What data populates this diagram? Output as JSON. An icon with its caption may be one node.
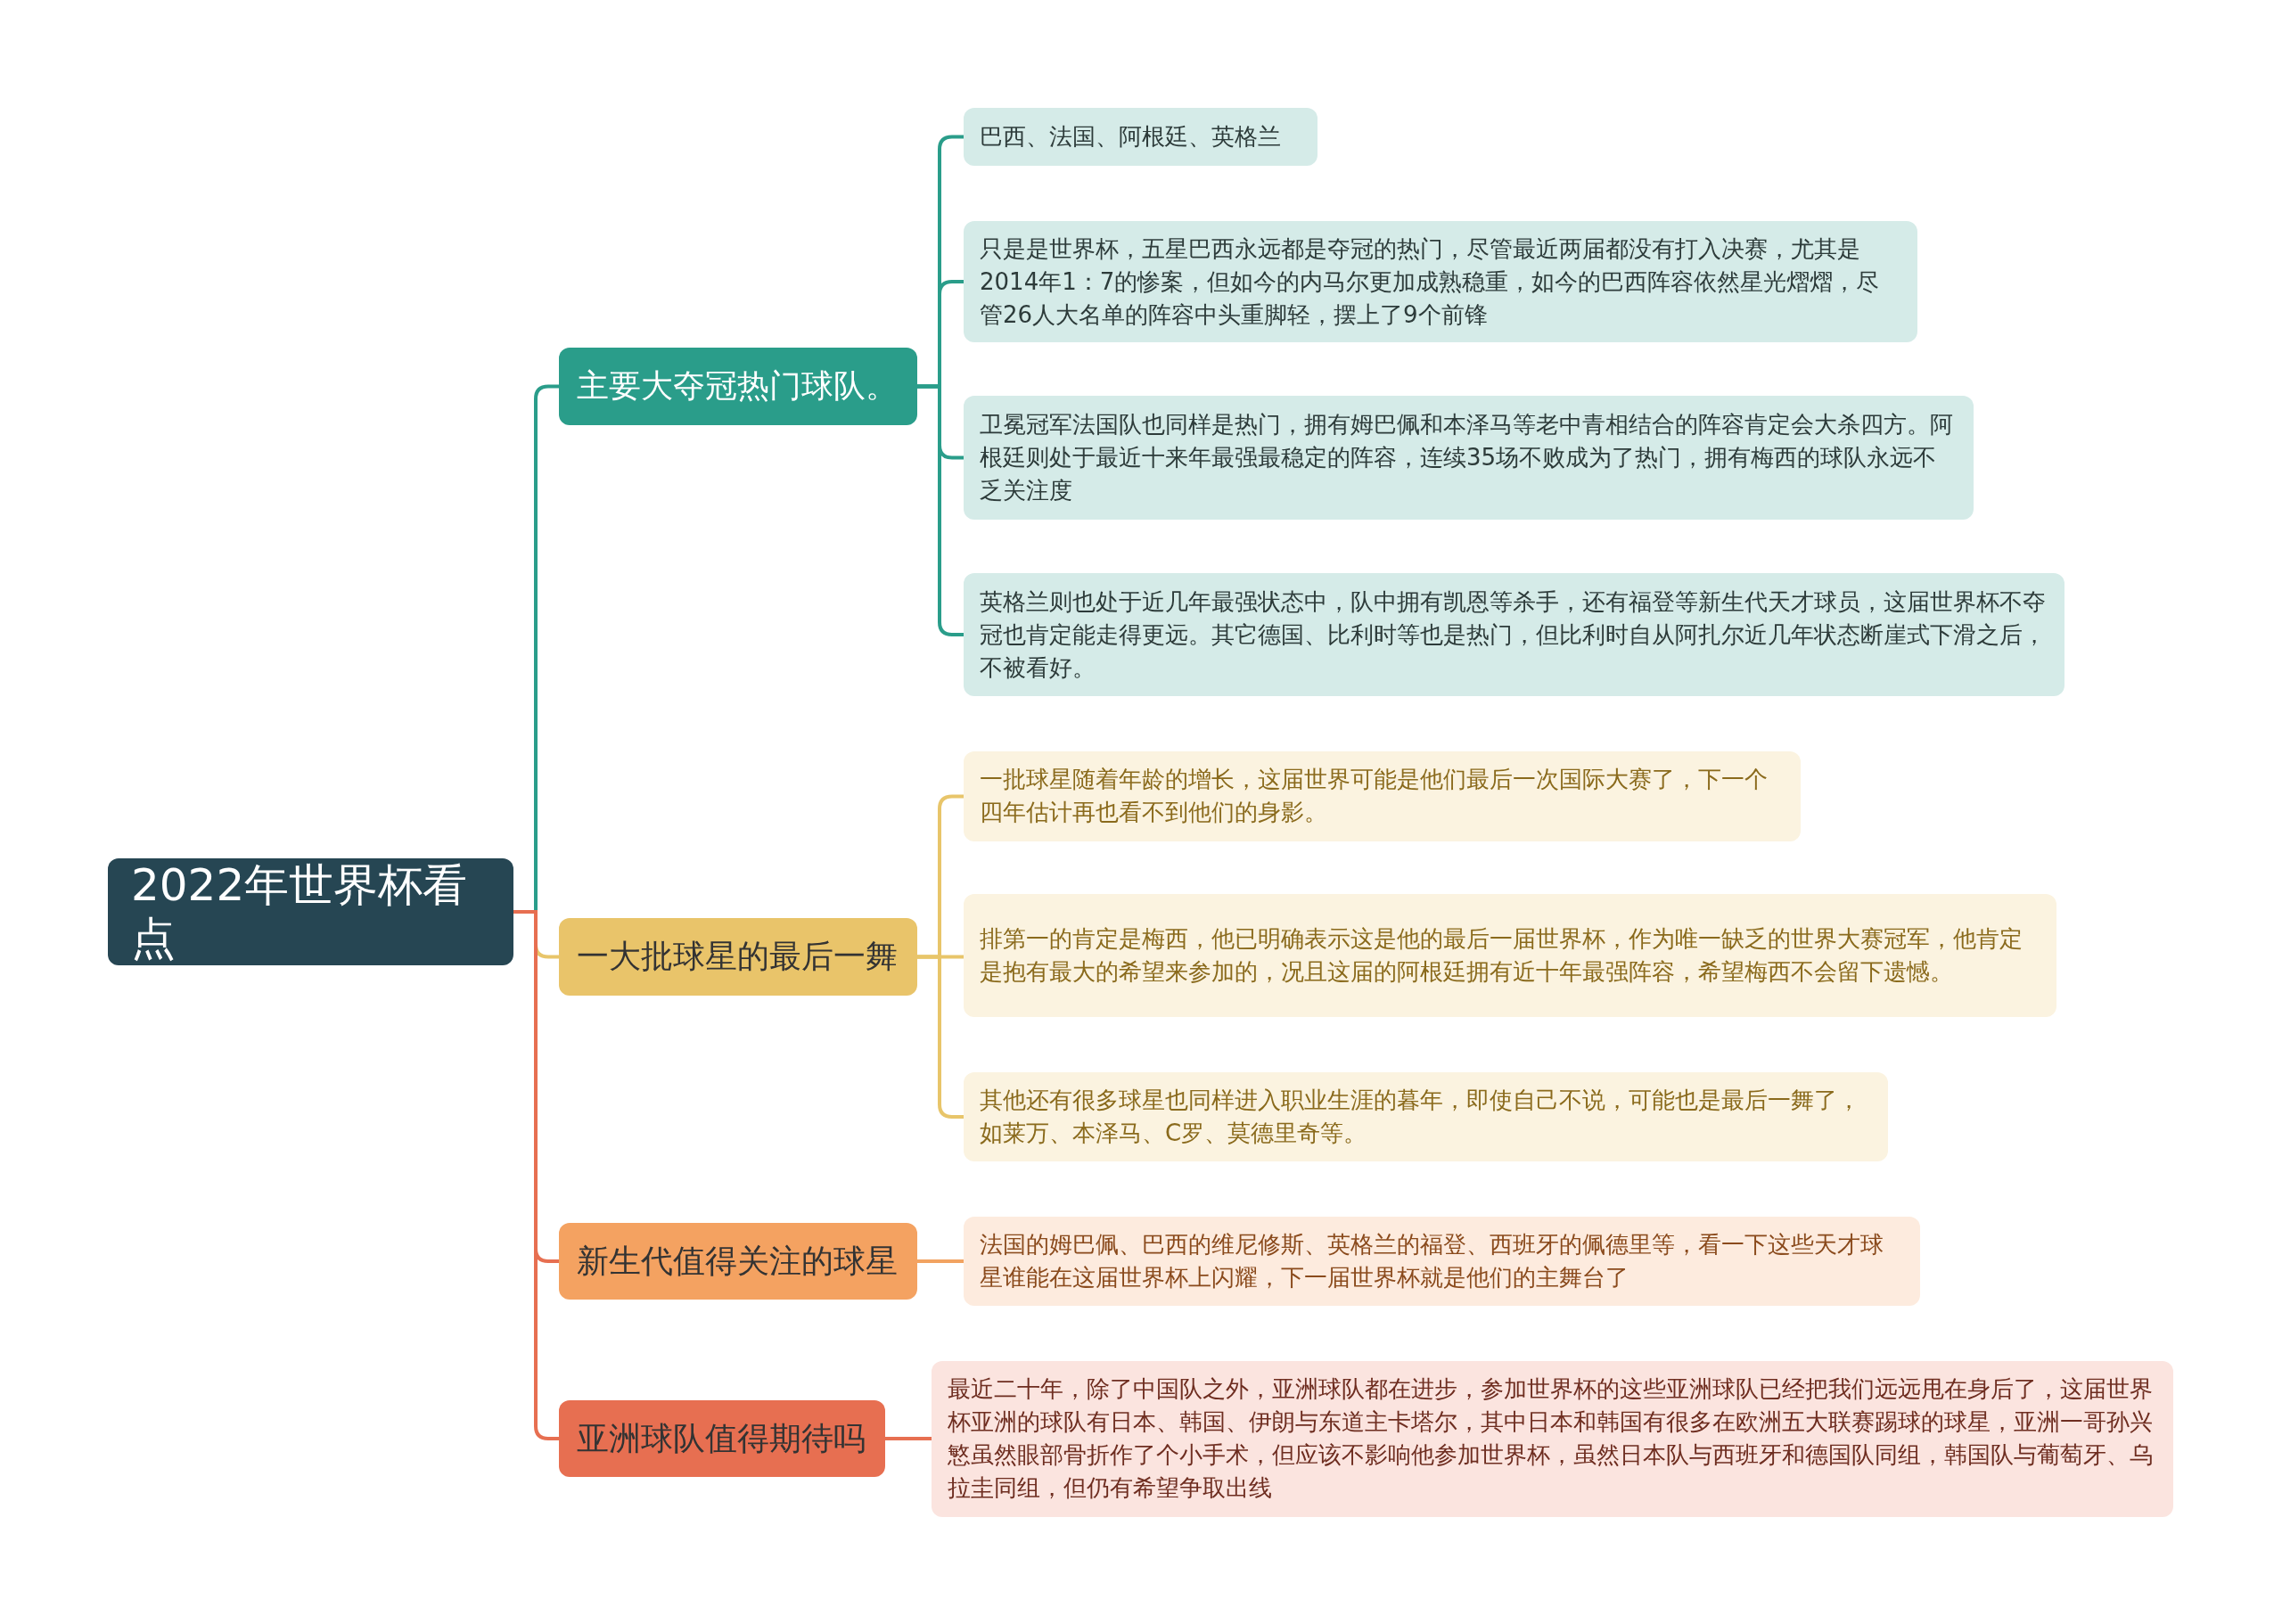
{
  "diagram": {
    "nodes": [
      {
        "text": [
          "2022年世界杯看点"
        ]
      },
      {
        "text": [
          "主要大夺冠热门球队。"
        ]
      },
      {
        "text": [
          "巴西、法国、阿根廷、英格兰"
        ]
      },
      {
        "text": [
          "只是是世界杯，五星巴西永远都是夺冠的热门，尽管最近两届都没有打入决赛，尤其是2014年1：7的惨案，但如今的内马尔更加成熟稳重，如今的巴西阵容依然星光熠熠，尽管26人大名单的阵容中头重脚轻，摆上了9个前锋"
        ]
      },
      {
        "text": [
          "卫冕冠军法国队也同样是热门，拥有姆巴佩和本泽马等老中青相结合的阵容肯定会大杀四方。阿根廷则处于最近十来年最强最稳定的阵容，连续35场不败成为了热门，拥有梅西的球队永远不乏关注度"
        ]
      },
      {
        "text": [
          "英格兰则也处于近几年最强状态中，队中拥有凯恩等杀手，还有福登等新生代天才球员，这届世界杯不夺冠也肯定能走得更远。其它德国、比利时等也是热门，但比利时自从阿扎尔近几年状态断崖式下滑之后，不被看好。"
        ]
      },
      {
        "text": [
          "一大批球星的最后一舞"
        ]
      },
      {
        "text": [
          "一批球星随着年龄的增长，这届世界可能是他们最后一次国际大赛了，下一个四年估计再也看不到他们的身影。"
        ]
      },
      {
        "text": [
          "排第一的肯定是梅西，他已明确表示这是他的最后一届世界杯，作为唯一缺乏的世界大赛冠军，他肯定是抱有最大的希望来参加的，况且这届的阿根廷拥有近十年最强阵容，希望梅西不会留下遗憾。"
        ]
      },
      {
        "text": [
          "其他还有很多球星也同样进入职业生涯的暮年，即使自己不说，可能也是最后一舞了，如莱万、本泽马、C罗、莫德里奇等。"
        ]
      },
      {
        "text": [
          "新生代值得关注的球星"
        ]
      },
      {
        "text": [
          "法国的姆巴佩、巴西的维尼修斯、英格兰的福登、西班牙的佩德里等，看一下这些天才球星谁能在这届世界杯上闪耀，下一届世界杯就是他们的主舞台了"
        ]
      },
      {
        "text": [
          "亚洲球队值得期待吗"
        ]
      },
      {
        "text": [
          "最近二十年，除了中国队之外，亚洲球队都在进步，参加世界杯的这些亚洲球队已经把我们远远甩在身后了，这届世界杯亚洲的球队有日本、韩国、伊朗与东道主卡塔尔，其中日本和韩国有很多在欧洲五大联赛踢球的球星，亚洲一哥孙兴慜虽然眼部骨折作了个小手术，但应该不影响他参加世界杯，虽然日本队与西班牙和德国队同组，韩国队与葡萄牙、乌拉圭同组，但仍有希望争取出线"
        ]
      }
    ],
    "edges": [
      {
        "from": 0,
        "to": 1,
        "arrow": "none",
        "color": "#2a9d8a"
      },
      {
        "from": 1,
        "to": 2,
        "arrow": "none",
        "color": "#2a9d8a"
      },
      {
        "from": 1,
        "to": 3,
        "arrow": "none",
        "color": "#2a9d8a"
      },
      {
        "from": 1,
        "to": 4,
        "arrow": "none",
        "color": "#2a9d8a"
      },
      {
        "from": 1,
        "to": 5,
        "arrow": "none",
        "color": "#2a9d8a"
      },
      {
        "from": 0,
        "to": 6,
        "arrow": "none",
        "color": "#e8c56a"
      },
      {
        "from": 6,
        "to": 7,
        "arrow": "none",
        "color": "#e8c56a"
      },
      {
        "from": 6,
        "to": 8,
        "arrow": "none",
        "color": "#e8c56a"
      },
      {
        "from": 6,
        "to": 9,
        "arrow": "none",
        "color": "#e8c56a"
      },
      {
        "from": 0,
        "to": 10,
        "arrow": "none",
        "color": "#e76f51"
      },
      {
        "from": 10,
        "to": 11,
        "arrow": "none",
        "color": "#f2a361"
      },
      {
        "from": 0,
        "to": 12,
        "arrow": "none",
        "color": "#e76f51"
      },
      {
        "from": 12,
        "to": 13,
        "arrow": "none",
        "color": "#e76f51"
      }
    ]
  }
}
